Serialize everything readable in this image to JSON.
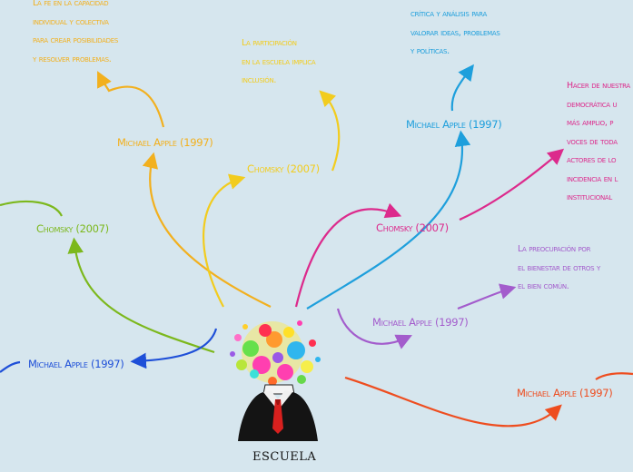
{
  "colors": {
    "orange": "#f2b01e",
    "yellow": "#f2cc1e",
    "green": "#7cb81c",
    "blue_dark": "#1e4fd8",
    "blue_light": "#1e9fdc",
    "pink": "#dc2a8c",
    "purple": "#a35ccc",
    "red_orange": "#ee4d1f"
  },
  "central": {
    "title": "ESCUELA",
    "icon": "person-head-paint-splash-icon"
  },
  "nodes": [
    {
      "id": "orange_node",
      "label": "Michael Apple (1997)",
      "color": "#f2b01e"
    },
    {
      "id": "yellow_node",
      "label": "Chomsky (2007)",
      "color": "#f2cc1e"
    },
    {
      "id": "green_node",
      "label": "Chomsky (2007)",
      "color": "#7cb81c"
    },
    {
      "id": "darkblue_node",
      "label": "Michael Apple (1997)",
      "color": "#1e4fd8"
    },
    {
      "id": "lightblue_node",
      "label": "Michael Apple (1997)",
      "color": "#1e9fdc"
    },
    {
      "id": "pink_node",
      "label": "Chomsky (2007)",
      "color": "#dc2a8c"
    },
    {
      "id": "purple_node",
      "label": "Michael Apple (1997)",
      "color": "#a35ccc"
    },
    {
      "id": "redorange_node",
      "label": "Michael Apple (1997)",
      "color": "#ee4d1f"
    }
  ],
  "notes": {
    "orange_note": [
      "La fe en la capacidad",
      "individual y colectiva",
      "para crear posibilidades",
      "y resolver problemas."
    ],
    "yellow_note": [
      "La participación",
      "en la escuela implica",
      "inclusión."
    ],
    "lightblue_note": [
      "crítica y análisis para",
      "valorar ideas, problemas",
      "y políticas."
    ],
    "pink_note": [
      "Hacer de nuestra",
      "democrática u",
      "más amplio, p",
      "voces de toda",
      "actores de lo",
      "incidencia en l",
      "institucional"
    ],
    "purple_note": [
      "La preocupación por",
      "el bienestar de otros y",
      "el bien común."
    ]
  }
}
